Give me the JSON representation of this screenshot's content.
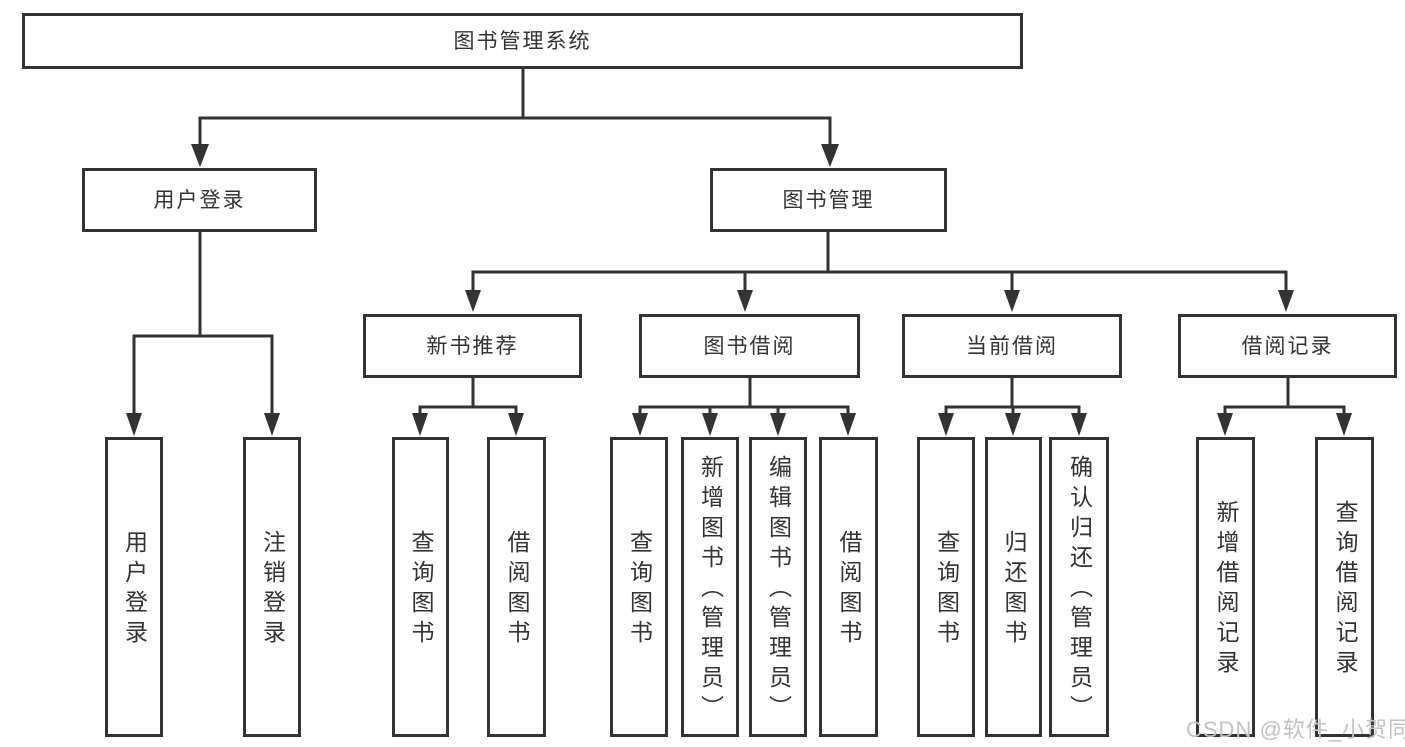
{
  "diagram_title": "图书管理系统",
  "nodes": {
    "root": "图书管理系统",
    "user_login": "用户登录",
    "book_mgmt": "图书管理",
    "new_book_rec": "新书推荐",
    "book_borrow": "图书借阅",
    "current_borrow": "当前借阅",
    "borrow_record": "借阅记录",
    "leaf_user_login": "用户登录",
    "leaf_logout": "注销登录",
    "leaf_rec_query": "查询图书",
    "leaf_rec_borrow": "借阅图书",
    "leaf_bb_query": "查询图书",
    "leaf_bb_add": "新增图书（管理员）",
    "leaf_bb_edit": "编辑图书（管理员）",
    "leaf_bb_borrow": "借阅图书",
    "leaf_cb_query": "查询图书",
    "leaf_cb_return": "归还图书",
    "leaf_cb_confirm": "确认归还（管理员）",
    "leaf_br_add": "新增借阅记录",
    "leaf_br_query": "查询借阅记录"
  },
  "edges": [
    {
      "from": "root",
      "to": [
        "user_login",
        "book_mgmt"
      ]
    },
    {
      "from": "user_login",
      "to": [
        "leaf_user_login",
        "leaf_logout"
      ]
    },
    {
      "from": "book_mgmt",
      "to": [
        "new_book_rec",
        "book_borrow",
        "current_borrow",
        "borrow_record"
      ]
    },
    {
      "from": "new_book_rec",
      "to": [
        "leaf_rec_query",
        "leaf_rec_borrow"
      ]
    },
    {
      "from": "book_borrow",
      "to": [
        "leaf_bb_query",
        "leaf_bb_add",
        "leaf_bb_edit",
        "leaf_bb_borrow"
      ]
    },
    {
      "from": "current_borrow",
      "to": [
        "leaf_cb_query",
        "leaf_cb_return",
        "leaf_cb_confirm"
      ]
    },
    {
      "from": "borrow_record",
      "to": [
        "leaf_br_add",
        "leaf_br_query"
      ]
    }
  ],
  "watermark": "CSDN @软件_小贺同学",
  "colors": {
    "line": "#333333",
    "box_border": "#333333",
    "text": "#333333",
    "watermark": "#c3c3c3",
    "background": "#ffffff"
  }
}
